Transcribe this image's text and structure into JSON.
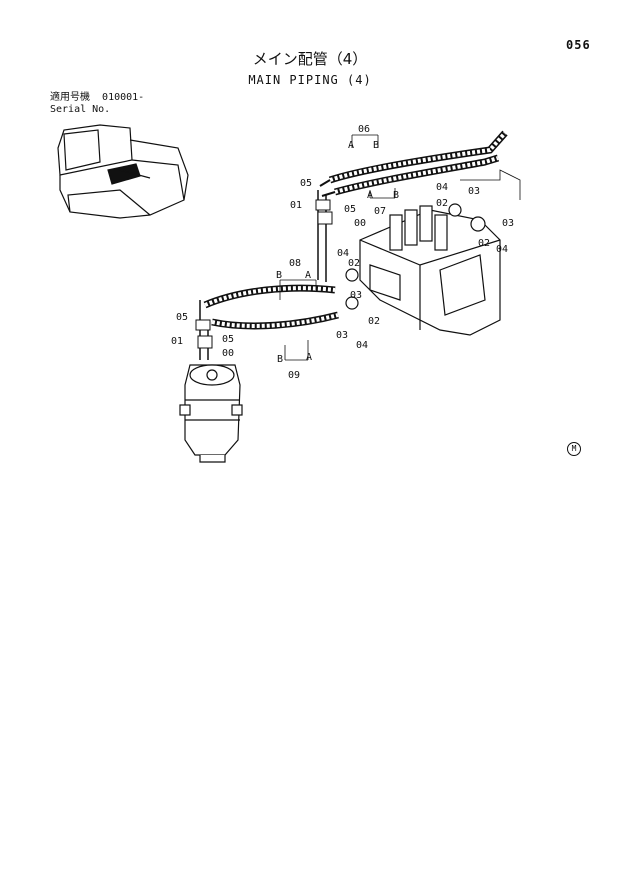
{
  "page": {
    "page_number": "056",
    "title_jp": "メイン配管（4）",
    "title_en": "MAIN PIPING (4)",
    "serial_label_jp": "適用号機",
    "serial_value": "010001-",
    "serial_label_en": "Serial No.",
    "corner_mark": "M"
  },
  "diagram": {
    "callouts": {
      "c06": "06",
      "c06a": "A",
      "c06b": "B",
      "c07": "07",
      "c07a": "A",
      "c07b": "B",
      "c08": "08",
      "c08a": "A",
      "c08b": "B",
      "c09": "09",
      "c09a": "A",
      "c09b": "B",
      "up05": "05",
      "up01": "01",
      "up05b": "05",
      "up00": "00",
      "lo05": "05",
      "lo01": "01",
      "lo05b": "05",
      "lo00": "00",
      "r04a": "04",
      "r02a": "02",
      "r03a": "03",
      "r03b": "03",
      "r02b": "02",
      "r04b": "04",
      "m04": "04",
      "m02": "02",
      "m03": "03",
      "m02b": "02",
      "m03b": "03",
      "m04b": "04"
    }
  }
}
